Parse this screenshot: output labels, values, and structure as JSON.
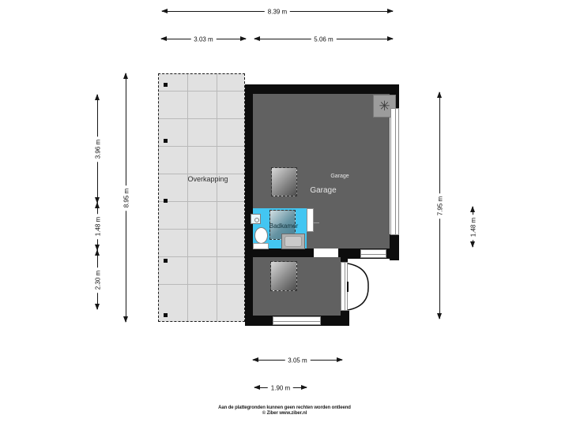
{
  "plan": {
    "rooms": {
      "overkapping_label": "Overkapping",
      "garage_label_small": "Garage",
      "garage_label_large": "Garage",
      "badkamer_label": "Badkamer"
    },
    "icons": {
      "ventilation_glyph": "✳"
    },
    "colors": {
      "wall": "#0d0d0d",
      "garage_fill": "#616161",
      "overkapping_fill": "#e1e1e1",
      "badkamer_fill": "#43c6f2",
      "window_fill": "#ffffff"
    }
  },
  "dimensions": {
    "top_total": "8.39 m",
    "top_left": "3.03 m",
    "top_right": "5.06 m",
    "left_seg_top": "3.96 m",
    "left_seg_mid": "1.48 m",
    "left_seg_bottom": "2.30 m",
    "left_total": "8.95 m",
    "right_total": "7.95 m",
    "right_seg": "1.48 m",
    "bottom_outer": "3.05 m",
    "bottom_inner": "1.90 m"
  },
  "footer": {
    "disclaimer": "Aan de plattegronden kunnen geen rechten worden ontleend",
    "copyright": "© Ziber www.ziber.nl"
  }
}
